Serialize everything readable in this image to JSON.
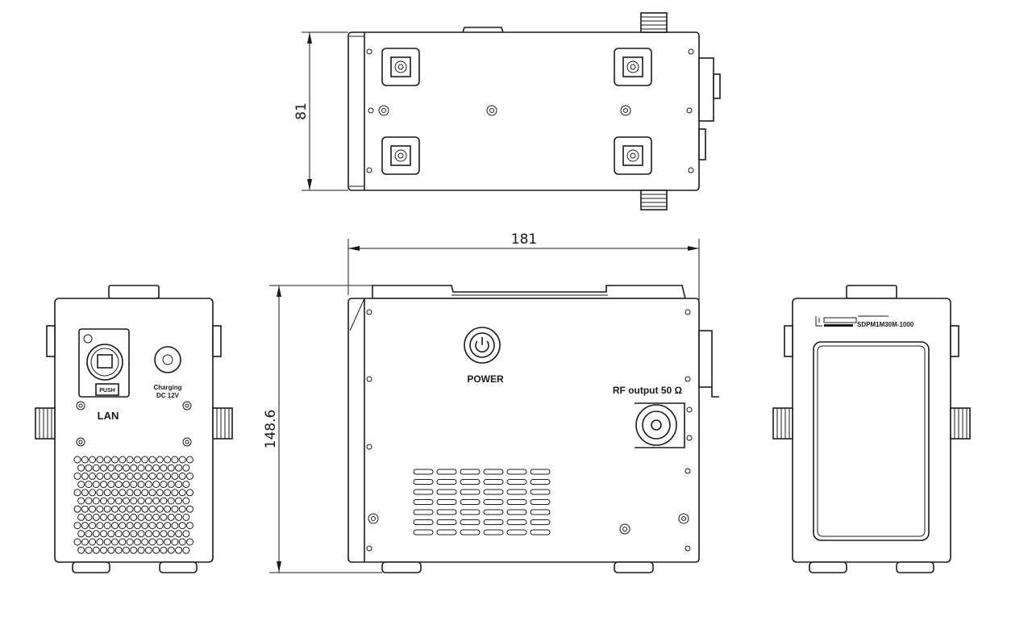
{
  "dimensions": {
    "width": "181",
    "depth": "81",
    "height": "148.6"
  },
  "labels": {
    "power": "POWER",
    "rf_output": "RF output 50 Ω",
    "lan": "LAN",
    "push": "PUSH",
    "charging_line1": "Charging",
    "charging_line2": "DC 12V",
    "model": "SDPM1M30M-1000"
  }
}
